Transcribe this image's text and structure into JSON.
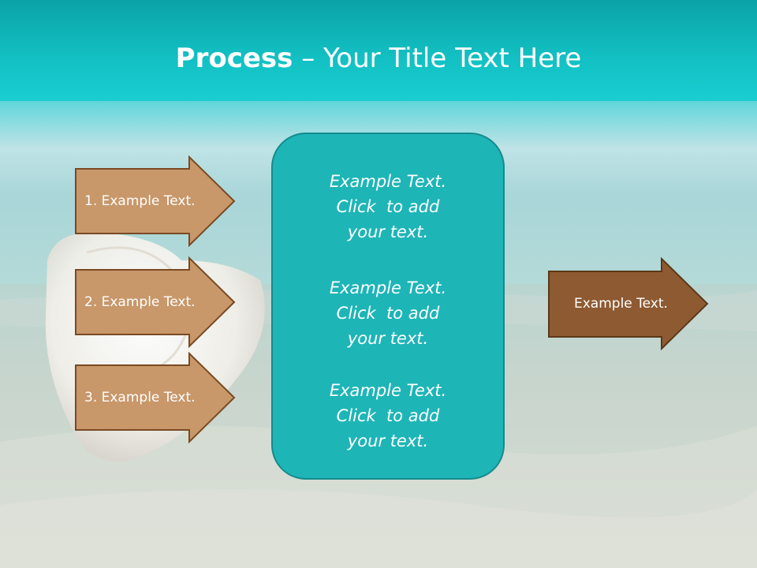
{
  "slide": {
    "title_bold": "Process",
    "title_dash": " – ",
    "title_rest": "Your Title Text Here"
  },
  "left_arrows": [
    {
      "label": "1. Example Text."
    },
    {
      "label": "2. Example Text."
    },
    {
      "label": "3. Example Text."
    }
  ],
  "center_box": {
    "items": [
      {
        "line1": "Example Text.",
        "line2": "Click  to add",
        "line3": "your text."
      },
      {
        "line1": "Example Text.",
        "line2": "Click  to add",
        "line3": "your text."
      },
      {
        "line1": "Example Text.",
        "line2": "Click  to add",
        "line3": "your text."
      }
    ]
  },
  "right_arrow": {
    "label": "Example Text."
  },
  "colors": {
    "title_band": "#0fb8bc",
    "arrow_light": "#c8976a",
    "arrow_dark": "#8e5a32",
    "center_fill": "#1eb5b7"
  }
}
